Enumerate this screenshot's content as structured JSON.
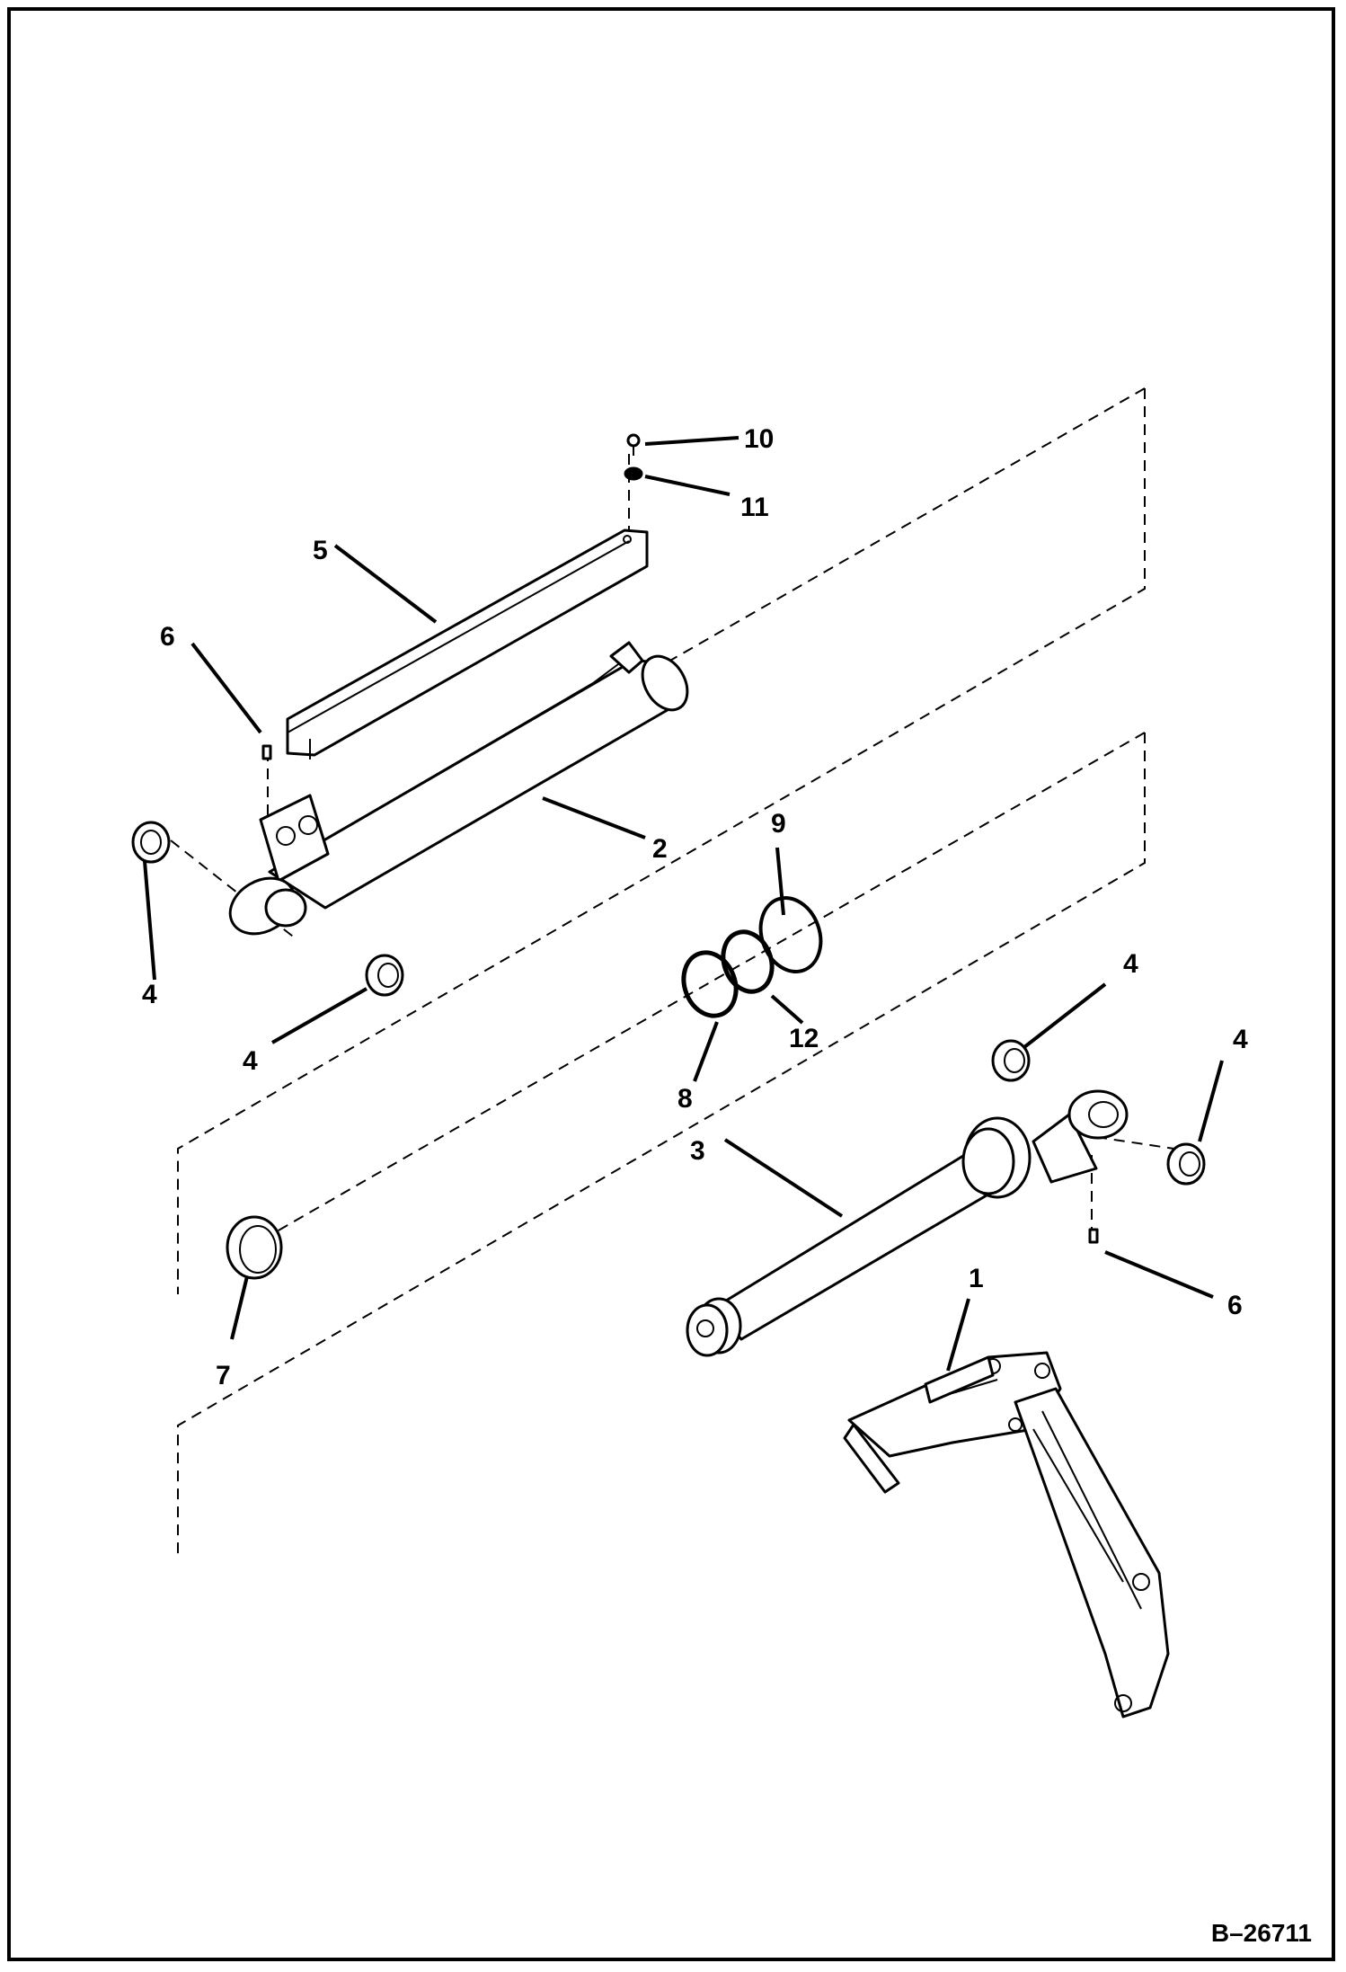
{
  "diagram": {
    "reference": "B–26711",
    "callouts": [
      {
        "id": "c10",
        "text": "10"
      },
      {
        "id": "c11",
        "text": "11"
      },
      {
        "id": "c5",
        "text": "5"
      },
      {
        "id": "c6a",
        "text": "6"
      },
      {
        "id": "c2",
        "text": "2"
      },
      {
        "id": "c9",
        "text": "9"
      },
      {
        "id": "c4a",
        "text": "4"
      },
      {
        "id": "c4b",
        "text": "4"
      },
      {
        "id": "c12",
        "text": "12"
      },
      {
        "id": "c8",
        "text": "8"
      },
      {
        "id": "c4c",
        "text": "4"
      },
      {
        "id": "c4d",
        "text": "4"
      },
      {
        "id": "c3",
        "text": "3"
      },
      {
        "id": "c6b",
        "text": "6"
      },
      {
        "id": "c7",
        "text": "7"
      },
      {
        "id": "c1",
        "text": "1"
      }
    ]
  }
}
